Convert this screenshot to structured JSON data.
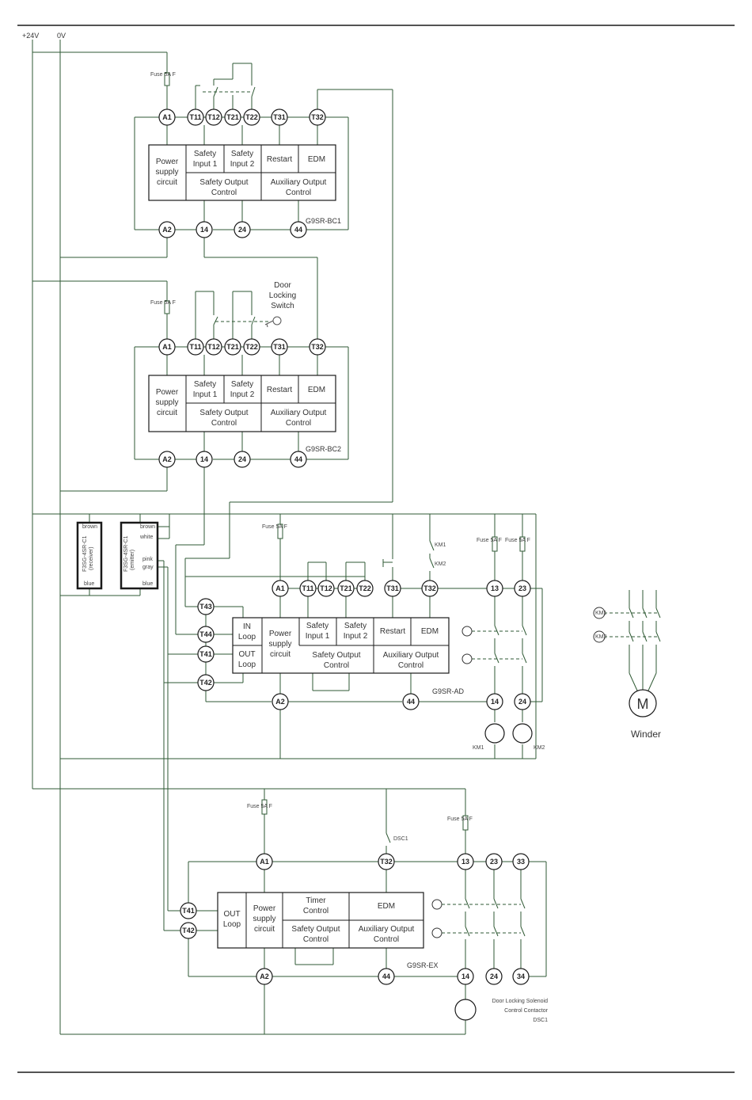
{
  "rails": {
    "positive": "+24V",
    "negative": "0V"
  },
  "fuse_label": "Fuse 5A F",
  "unit1": {
    "model": "G9SR-BC1",
    "terminals_top": [
      "A1",
      "T11",
      "T12",
      "T21",
      "T22",
      "T31",
      "T32"
    ],
    "terminals_bottom": [
      "A2",
      "14",
      "24",
      "44"
    ],
    "blocks": {
      "power": [
        "Power",
        "supply",
        "circuit"
      ],
      "safety1": [
        "Safety",
        "Input 1"
      ],
      "safety2": [
        "Safety",
        "Input 2"
      ],
      "restart": "Restart",
      "edm": "EDM",
      "sout": [
        "Safety Output",
        "Control"
      ],
      "aux": [
        "Auxiliary Output",
        "Control"
      ]
    }
  },
  "unit2": {
    "model": "G9SR-BC2",
    "terminals_top": [
      "A1",
      "T11",
      "T12",
      "T21",
      "T22",
      "T31",
      "T32"
    ],
    "terminals_bottom": [
      "A2",
      "14",
      "24",
      "44"
    ],
    "device_label": [
      "Door",
      "Locking",
      "Switch"
    ]
  },
  "unit3": {
    "model": "G9SR-AD",
    "terminals_top": [
      "A1",
      "T11",
      "T12",
      "T21",
      "T22",
      "T31",
      "T32",
      "13",
      "23"
    ],
    "terminals_left": [
      "T43",
      "T44",
      "T41",
      "T42"
    ],
    "terminals_bottom": [
      "A2",
      "44",
      "14",
      "24"
    ],
    "blocks": {
      "in_loop": [
        "IN",
        "Loop"
      ],
      "out_loop": [
        "OUT",
        "Loop"
      ]
    },
    "contactors": [
      "KM1",
      "KM2"
    ],
    "aux_contacts": [
      "KM1",
      "KM2"
    ]
  },
  "unit4": {
    "model": "G9SR-EX",
    "terminals_top": [
      "A1",
      "T32",
      "13",
      "23",
      "33"
    ],
    "terminals_left": [
      "T41",
      "T42"
    ],
    "terminals_bottom": [
      "A2",
      "44",
      "14",
      "24",
      "34"
    ],
    "blocks": {
      "timer": [
        "Timer",
        "Control"
      ]
    },
    "relay_contact": "DSC1",
    "solenoid_label": [
      "Door Locking Solenoid",
      "Control Contactor",
      "DSC1"
    ]
  },
  "receivers": {
    "left": [
      "brown",
      "F3SG-4SR-C1",
      "(receiver)",
      "blue"
    ],
    "right": [
      "brown",
      "white",
      "F3SG-4SR-C1",
      "(emitter)",
      "pink",
      "gray",
      "blue"
    ]
  },
  "motor": {
    "symbol": "M",
    "label": "Winder",
    "contacts": [
      "KM1",
      "KM2"
    ]
  }
}
